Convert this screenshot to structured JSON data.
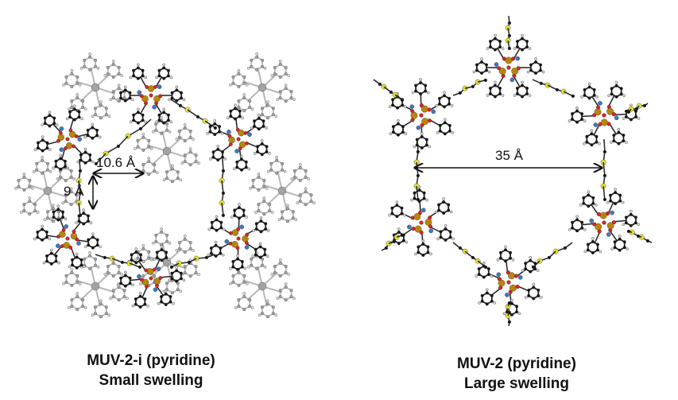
{
  "panels": [
    {
      "caption_line1": "MUV-2-i (pyridine)",
      "caption_line2": "Small swelling",
      "dimensions": [
        "10.6 Å",
        "9 Å"
      ]
    },
    {
      "caption_line1": "MUV-2 (pyridine)",
      "caption_line2": "Large swelling",
      "dimensions": [
        "35 Å"
      ]
    }
  ],
  "colors": {
    "iron": "#b8860b",
    "oxygen": "#e02020",
    "nitrogen": "#3a78c8",
    "sulfur": "#e8e030",
    "carbon": "#111111",
    "hydrogen": "#d8d8d8",
    "interpenetrated_net": "#b0b0b0"
  }
}
